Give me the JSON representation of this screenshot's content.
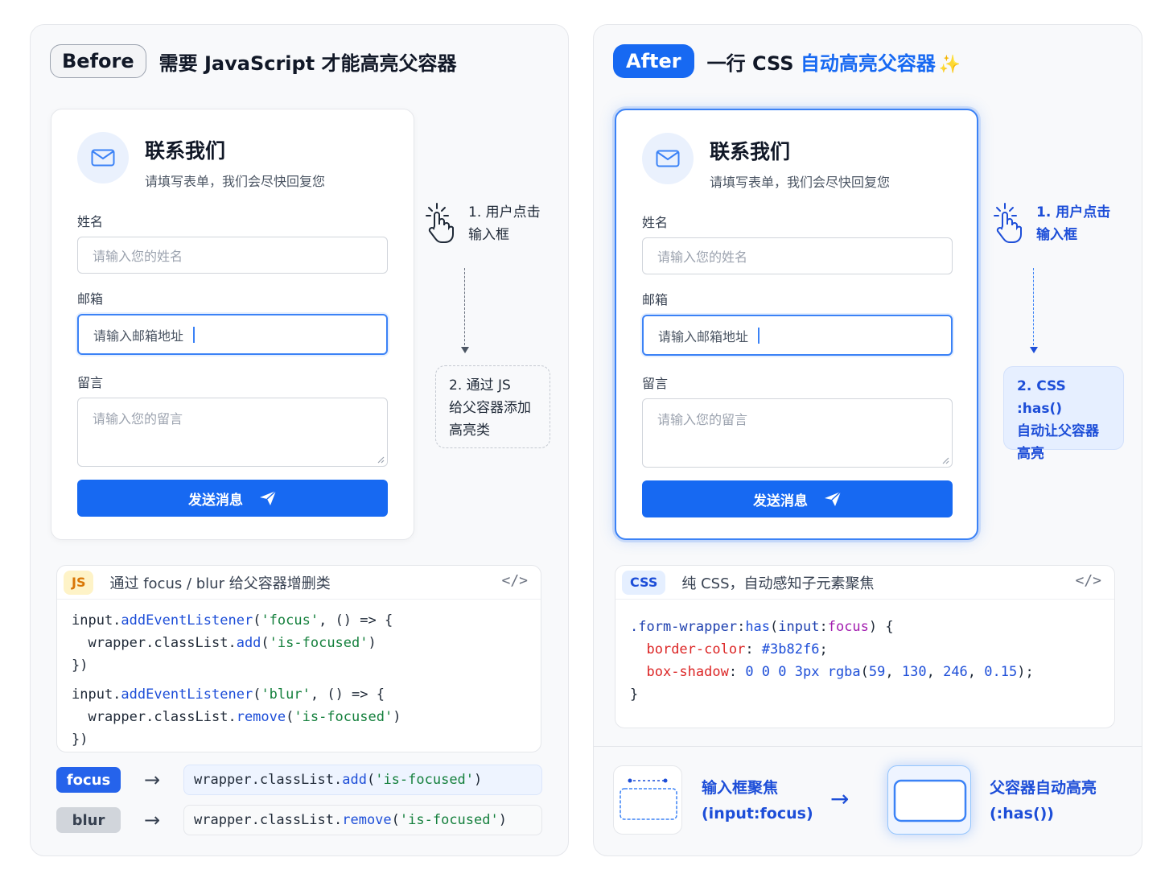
{
  "before": {
    "badge": "Before",
    "title": "需要 JavaScript 才能高亮父容器",
    "form": {
      "title": "联系我们",
      "subtitle": "请填写表单，我们会尽快回复您",
      "name_label": "姓名",
      "name_placeholder": "请输入您的姓名",
      "email_label": "邮箱",
      "email_placeholder": "请输入邮箱地址",
      "message_label": "留言",
      "message_placeholder": "请输入您的留言",
      "submit": "发送消息"
    },
    "step1_line1": "1. 用户点击",
    "step1_line2": "输入框",
    "step2_line1": "2. 通过 JS",
    "step2_line2": "给父容器添加",
    "step2_line3": "高亮类",
    "code": {
      "badge": "JS",
      "title": "通过 focus / blur 给父容器增删类",
      "icon": "</>"
    },
    "events": {
      "focus_label": "focus",
      "blur_label": "blur",
      "arrow": "→"
    }
  },
  "after": {
    "badge": "After",
    "title_prefix": "一行 CSS ",
    "title_highlight": "自动高亮父容器",
    "sparkle": "✨",
    "form": {
      "title": "联系我们",
      "subtitle": "请填写表单，我们会尽快回复您",
      "name_label": "姓名",
      "name_placeholder": "请输入您的姓名",
      "email_label": "邮箱",
      "email_placeholder": "请输入邮箱地址",
      "message_label": "留言",
      "message_placeholder": "请输入您的留言",
      "submit": "发送消息"
    },
    "step1_line1": "1. 用户点击",
    "step1_line2": "输入框",
    "step2_line1": "2. CSS :has()",
    "step2_line2": "自动让父容器",
    "step2_line3": "高亮",
    "code": {
      "badge": "CSS",
      "title": "纯 CSS，自动感知子元素聚焦",
      "icon": "</>"
    },
    "illus": {
      "left_line1": "输入框聚焦",
      "left_line2": "(input:focus)",
      "arrow": "→",
      "right_line1": "父容器自动高亮",
      "right_line2": "(:has())"
    }
  },
  "colors": {
    "brand_blue": "#1769f2",
    "focus_blue": "#3b82f6"
  }
}
